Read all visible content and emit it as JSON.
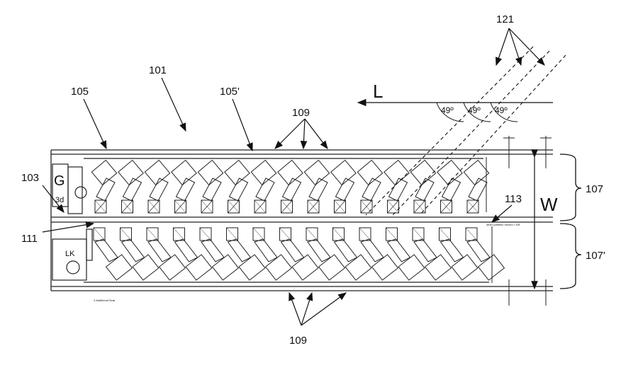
{
  "labels": {
    "ref_121": "121",
    "ref_101": "101",
    "ref_105": "105",
    "ref_105p": "105'",
    "ref_109_top": "109",
    "ref_109_bottom": "109",
    "ref_103": "103",
    "ref_111": "111",
    "ref_113": "113",
    "ref_107": "107",
    "ref_107p": "107'",
    "dir_L": "L",
    "dim_W": "W",
    "angle_1": "49º",
    "angle_2": "49º",
    "angle_3": "49º",
    "mark_G": "G",
    "mark_LK": "LK",
    "mark_3d": "3d",
    "note_113": "other partition moved < AR",
    "note_bottom": "3 Additional Seat"
  },
  "seat_rows": {
    "upper_count": 15,
    "lower_count": 15
  }
}
